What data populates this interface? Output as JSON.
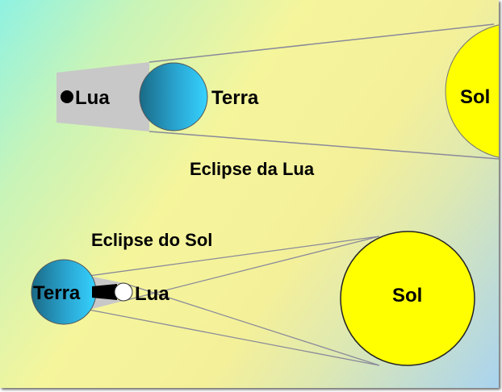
{
  "lunar_eclipse": {
    "title": "Eclipse da Lua",
    "moon_label": "Lua",
    "earth_label": "Terra",
    "sun_label": "Sol"
  },
  "solar_eclipse": {
    "title": "Eclipse do Sol",
    "earth_label": "Terra",
    "moon_label": "Lua",
    "sun_label": "Sol"
  },
  "colors": {
    "sun": "#ffff00",
    "earth_light": "#33ccff",
    "earth_dark": "#1a6e8a",
    "shadow": "#c8c8c8",
    "umbra": "#000000"
  }
}
